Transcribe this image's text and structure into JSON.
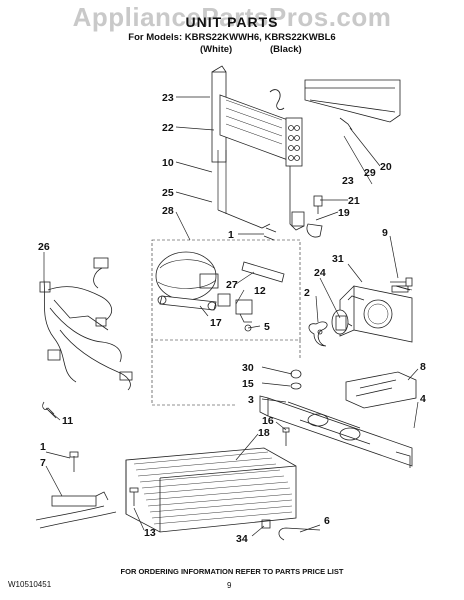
{
  "watermark": "AppliancePartsPros.com",
  "header": {
    "title": "UNIT PARTS",
    "models_line": "For Models: KBRS22KWWH6, KBRS22KWBL6",
    "variant_white": "(White)",
    "variant_black": "(Black)"
  },
  "callouts": [
    "23",
    "22",
    "10",
    "25",
    "28",
    "26",
    "1",
    "27",
    "12",
    "17",
    "5",
    "2",
    "24",
    "31",
    "9",
    "20",
    "29",
    "21",
    "23",
    "19",
    "30",
    "15",
    "3",
    "8",
    "4",
    "16",
    "18",
    "11",
    "1",
    "7",
    "13",
    "34",
    "6"
  ],
  "footer": {
    "order_note": "FOR ORDERING INFORMATION REFER TO PARTS PRICE LIST",
    "doc_number": "W10510451",
    "page_number": "9"
  }
}
